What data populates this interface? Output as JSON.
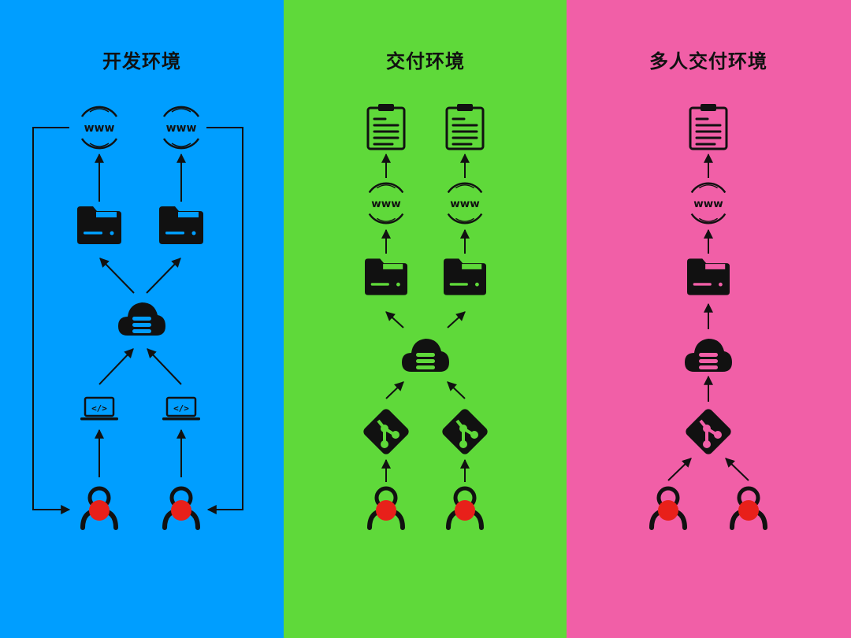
{
  "colors": {
    "dev_bg": "#009EFF",
    "deliver_bg": "#5FD93A",
    "multi_bg": "#F15FA7",
    "icon_dark": "#111111",
    "person_dot": "#E8201A"
  },
  "panels": {
    "dev": {
      "title": "开发环境"
    },
    "deliver": {
      "title": "交付环境"
    },
    "multi": {
      "title": "多人交付环境"
    }
  },
  "labels": {
    "www": "www",
    "code": "</>"
  },
  "icons": [
    "www-globe-icon",
    "folder-icon",
    "cloud-server-icon",
    "laptop-code-icon",
    "git-icon",
    "clipboard-icon",
    "person-icon",
    "arrow-up-icon"
  ]
}
